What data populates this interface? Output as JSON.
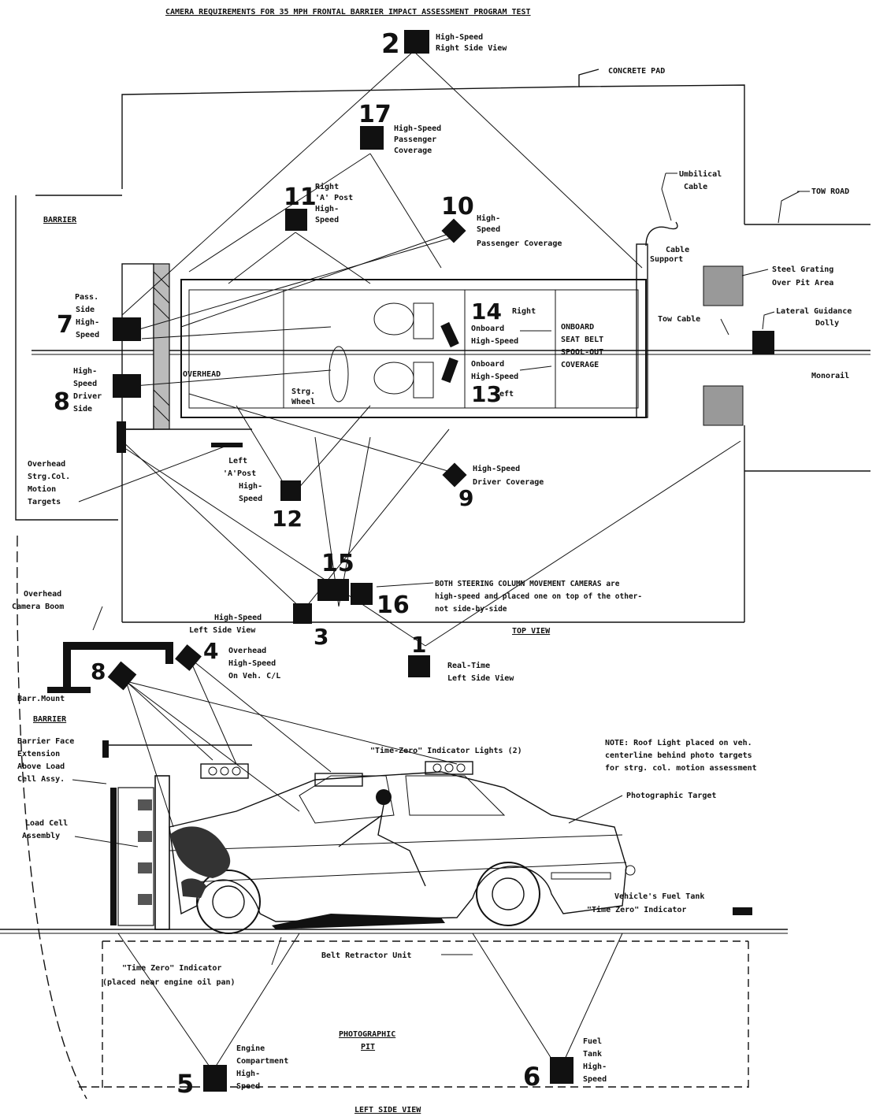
{
  "title": "CAMERA REQUIREMENTS FOR 35 MPH FRONTAL BARRIER IMPACT ASSESSMENT PROGRAM TEST",
  "top_view": {
    "caption": "TOP VIEW",
    "labels": {
      "concrete_pad": "CONCRETE PAD",
      "tow_road": "TOW ROAD",
      "barrier": "BARRIER",
      "umbilical": [
        "Umbilical",
        "Cable"
      ],
      "cable_support": [
        "Cable",
        "Support"
      ],
      "steel_grating": [
        "Steel Grating",
        "Over Pit Area"
      ],
      "tow_cable": "Tow Cable",
      "lateral_guidance": [
        "Lateral Guidance",
        "Dolly"
      ],
      "monorail": "Monorail",
      "overhead": "OVERHEAD",
      "strg_wheel": [
        "Strg.",
        "Wheel"
      ],
      "onboard_belt": [
        "ONBOARD",
        "SEAT BELT",
        "SPOOL-OUT",
        "COVERAGE"
      ],
      "overhead_targets": [
        "Overhead",
        "Strg.Col.",
        "Motion",
        "Targets"
      ],
      "both_steering": [
        "BOTH STEERING COLUMN MOVEMENT CAMERAS are",
        "high-speed and placed one on top of the other-",
        "not side-by-side"
      ],
      "overhead_boom": [
        "Overhead",
        "Camera Boom"
      ]
    },
    "cameras": [
      {
        "num": "2",
        "lines": [
          "High-Speed",
          "Right Side View"
        ]
      },
      {
        "num": "17",
        "lines": [
          "High-Speed",
          "Passenger",
          "Coverage"
        ]
      },
      {
        "num": "11",
        "lines": [
          "Right",
          "'A' Post",
          "High-",
          "Speed"
        ]
      },
      {
        "num": "10",
        "lines": [
          "High-",
          "Speed",
          "Passenger Coverage"
        ]
      },
      {
        "num": "7",
        "lines": [
          "Pass.",
          "Side",
          "High-",
          "Speed"
        ]
      },
      {
        "num": "8",
        "lines": [
          "High-",
          "Speed",
          "Driver",
          "Side"
        ]
      },
      {
        "num": "14",
        "lines": [
          "Right",
          "Onboard",
          "High-Speed"
        ]
      },
      {
        "num": "13",
        "lines": [
          "Onboard",
          "High-Speed",
          "Left"
        ]
      },
      {
        "num": "12",
        "lines": [
          "Left",
          "'A'Post",
          "High-",
          "Speed"
        ]
      },
      {
        "num": "9",
        "lines": [
          "High-Speed",
          "Driver Coverage"
        ]
      },
      {
        "num": "15",
        "lines": []
      },
      {
        "num": "16",
        "lines": []
      },
      {
        "num": "3",
        "lines": [
          "High-Speed",
          "Left Side View"
        ]
      },
      {
        "num": "1",
        "lines": [
          "Real-Time",
          "Left Side View"
        ]
      }
    ]
  },
  "side_view": {
    "caption": "LEFT SIDE VIEW",
    "labels": {
      "barr_mount": "Barr.Mount",
      "barrier": "BARRIER",
      "barrier_face": [
        "Barrier Face",
        "Extension",
        "Above Load",
        "Cell Assy."
      ],
      "load_cell": [
        "Load Cell",
        "Assembly"
      ],
      "indicator_lights": "\"Time-Zero\" Indicator Lights (2)",
      "note": [
        "NOTE: Roof Light placed on veh.",
        "centerline behind photo targets",
        "for strg. col. motion assessment"
      ],
      "photo_target": "Photographic Target",
      "fuel_tank": "Vehicle's Fuel Tank",
      "time_zero_indicator": "\"Time Zero\" Indicator",
      "belt_retractor": "Belt Retractor Unit",
      "time_zero_engine": [
        "\"Time Zero\" Indicator",
        "(placed near engine oil pan)"
      ],
      "photo_pit": [
        "PHOTOGRAPHIC",
        "PIT"
      ]
    },
    "cameras": [
      {
        "num": "8",
        "lines": []
      },
      {
        "num": "4",
        "lines": [
          "Overhead",
          "High-Speed",
          "On Veh. C/L"
        ]
      },
      {
        "num": "5",
        "lines": [
          "Engine",
          "Compartment",
          "High-",
          "Speed"
        ]
      },
      {
        "num": "6",
        "lines": [
          "Fuel",
          "Tank",
          "High-",
          "Speed"
        ]
      }
    ]
  }
}
